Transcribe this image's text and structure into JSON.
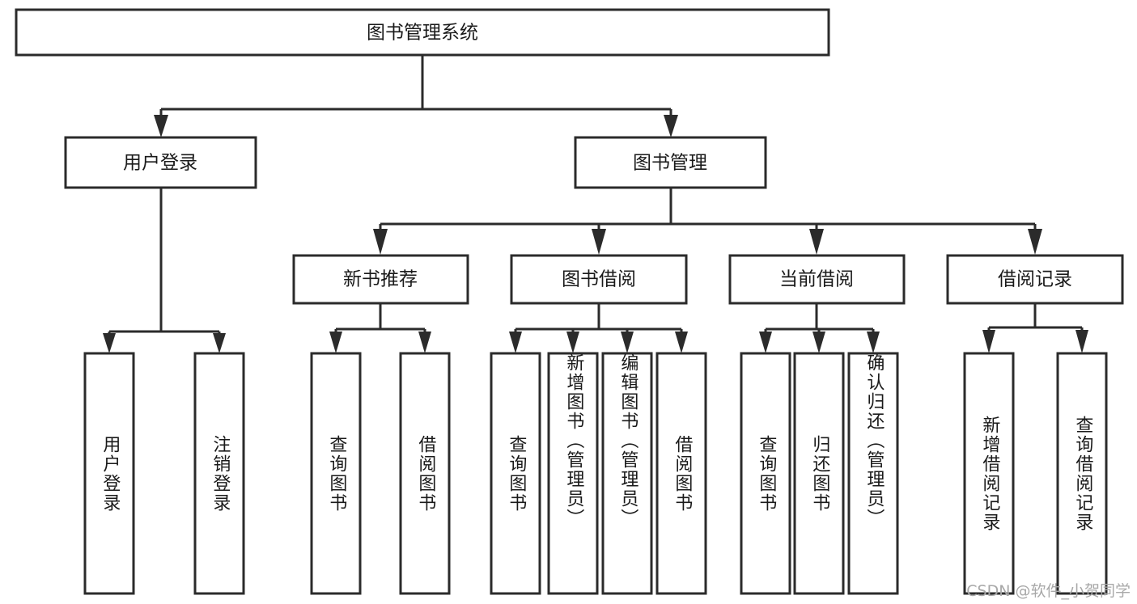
{
  "diagram": {
    "type": "tree",
    "title_node": {
      "label": "图书管理系统"
    },
    "level2": [
      {
        "id": "user-login",
        "label": "用户登录"
      },
      {
        "id": "book-manage",
        "label": "图书管理"
      }
    ],
    "level3": [
      {
        "id": "new-book-recommend",
        "label": "新书推荐"
      },
      {
        "id": "book-borrow",
        "label": "图书借阅"
      },
      {
        "id": "current-borrow",
        "label": "当前借阅"
      },
      {
        "id": "borrow-record",
        "label": "借阅记录"
      }
    ],
    "leaves": [
      {
        "id": "leaf-user-login",
        "label": "用户登录",
        "parent": "user-login"
      },
      {
        "id": "leaf-logout",
        "label": "注销登录",
        "parent": "user-login"
      },
      {
        "id": "leaf-query-book-1",
        "label": "查询图书",
        "parent": "new-book-recommend"
      },
      {
        "id": "leaf-borrow-book-1",
        "label": "借阅图书",
        "parent": "new-book-recommend"
      },
      {
        "id": "leaf-query-book-2",
        "label": "查询图书",
        "parent": "book-borrow"
      },
      {
        "id": "leaf-add-book",
        "label": "新增图书（管理员）",
        "parent": "book-borrow"
      },
      {
        "id": "leaf-edit-book",
        "label": "编辑图书（管理员）",
        "parent": "book-borrow"
      },
      {
        "id": "leaf-borrow-book-2",
        "label": "借阅图书",
        "parent": "book-borrow"
      },
      {
        "id": "leaf-query-book-3",
        "label": "查询图书",
        "parent": "current-borrow"
      },
      {
        "id": "leaf-return-book",
        "label": "归还图书",
        "parent": "current-borrow"
      },
      {
        "id": "leaf-confirm-return",
        "label": "确认归还（管理员）",
        "parent": "current-borrow"
      },
      {
        "id": "leaf-add-record",
        "label": "新增借阅记录",
        "parent": "borrow-record"
      },
      {
        "id": "leaf-query-record",
        "label": "查询借阅记录",
        "parent": "borrow-record"
      }
    ],
    "watermark": "CSDN @软件_小贺同学",
    "colors": {
      "stroke": "#2b2b2b",
      "box_fill": "#ffffff",
      "text": "#1a1a1a",
      "background": "#ffffff",
      "watermark": "#a8a8a8"
    }
  }
}
